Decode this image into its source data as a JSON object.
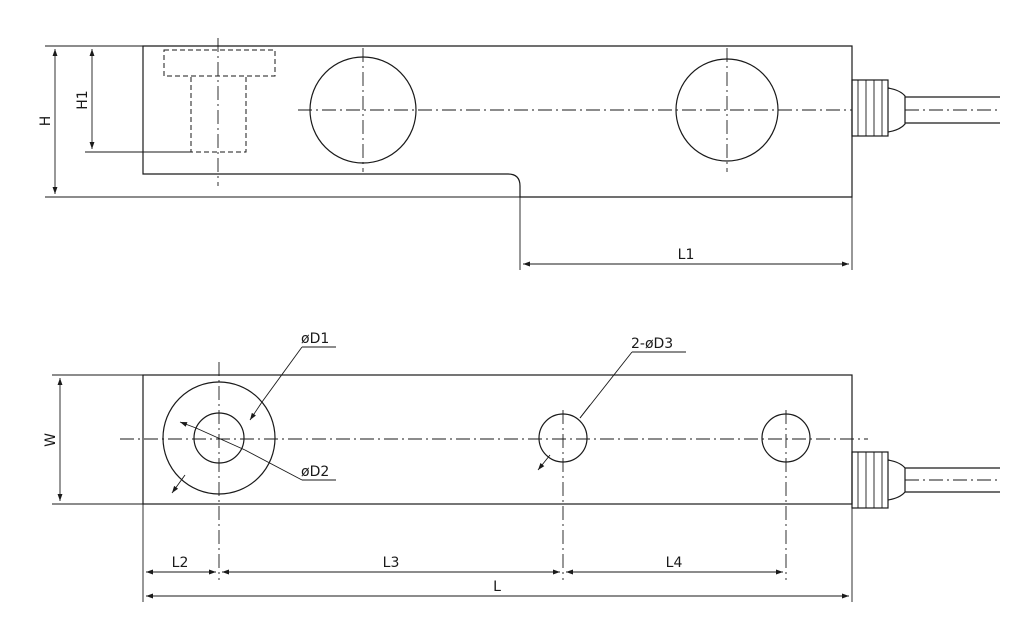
{
  "labels": {
    "h": "H",
    "h1": "H1",
    "l1": "L1",
    "w": "W",
    "d1": "øD1",
    "d2": "øD2",
    "d3": "2-øD3",
    "l2": "L2",
    "l3": "L3",
    "l4": "L4",
    "l": "L"
  }
}
